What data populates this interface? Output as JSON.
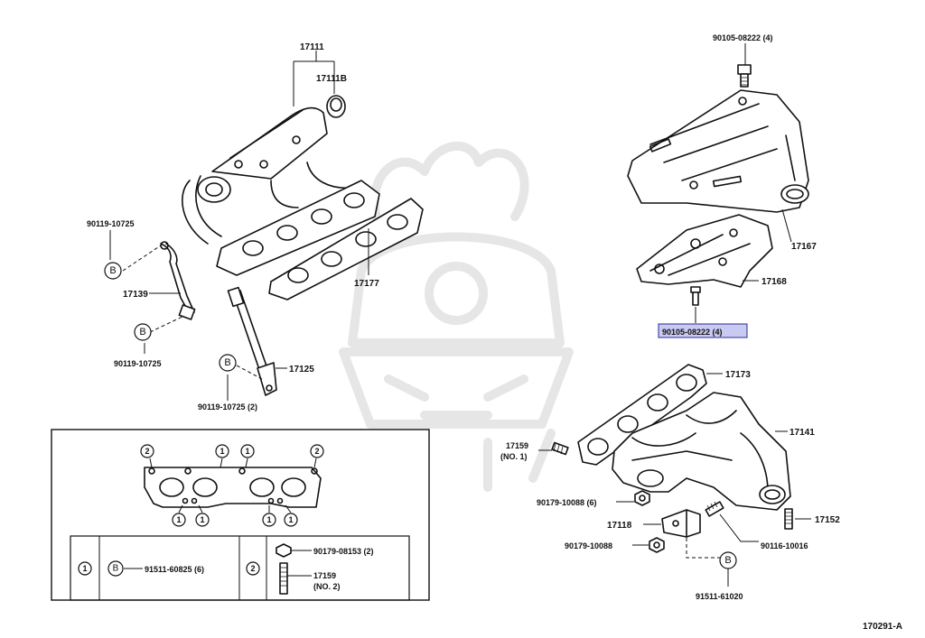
{
  "diagram_code": "170291-A",
  "labels": {
    "p17111": "17111",
    "p17111b": "17111B",
    "p90119_a": "90119-10725",
    "p17139": "17139",
    "p90119_b": "90119-10725",
    "p17177": "17177",
    "p17125": "17125",
    "p90119_c": "90119-10725 (2)",
    "p90105_top": "90105-08222 (4)",
    "p17167": "17167",
    "p17168": "17168",
    "p90105_bottom": "90105-08222 (4)",
    "p17173": "17173",
    "p17141": "17141",
    "p17159_no1_a": "17159",
    "p17159_no1_b": "(NO. 1)",
    "p90179_10088_6": "90179-10088 (6)",
    "p17118": "17118",
    "p17152": "17152",
    "p90179_10088": "90179-10088",
    "p90116": "90116-10016",
    "p91511_61020": "91511-61020"
  },
  "callouts": {
    "b": "B",
    "one": "1",
    "two": "2"
  },
  "legend": {
    "row1_part": "91511-60825 (6)",
    "row2_part_a": "90179-08153 (2)",
    "row2_part_b1": "17159",
    "row2_part_b2": "(NO. 2)"
  },
  "colors": {
    "highlight": "#c9c9f2",
    "ink": "#111111",
    "watermark": "#e6e6e6"
  }
}
